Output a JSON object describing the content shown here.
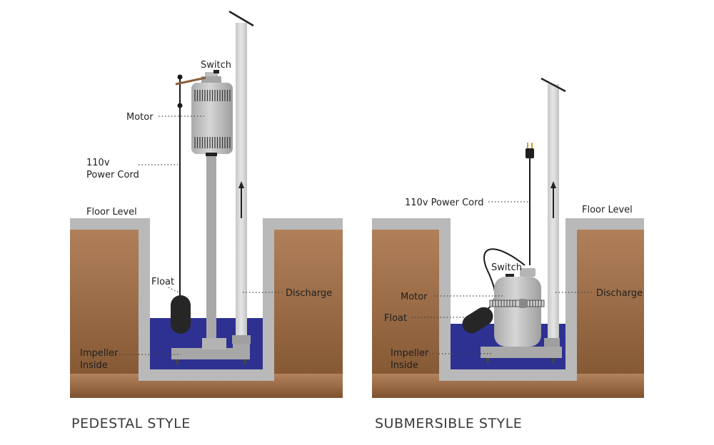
{
  "pedestal": {
    "caption": "PEDESTAL STYLE",
    "labels": {
      "switch": "Switch",
      "motor": "Motor",
      "power_cord_line1": "110v",
      "power_cord_line2": "Power Cord",
      "floor_level": "Floor Level",
      "float": "Float",
      "discharge": "Discharge",
      "impeller_line1": "Impeller",
      "impeller_line2": "Inside"
    }
  },
  "submersible": {
    "caption": "SUBMERSIBLE STYLE",
    "labels": {
      "power_cord": "110v Power Cord",
      "floor_level": "Floor Level",
      "switch": "Switch",
      "motor": "Motor",
      "discharge": "Discharge",
      "float": "Float",
      "impeller_line1": "Impeller",
      "impeller_line2": "Inside"
    }
  },
  "colors": {
    "soil": "#9b6b47",
    "concrete": "#b9b9b9",
    "water": "#2e3191",
    "pipe": "#d9d9d9",
    "pump": "#c4c4c4",
    "float": "#262626"
  }
}
